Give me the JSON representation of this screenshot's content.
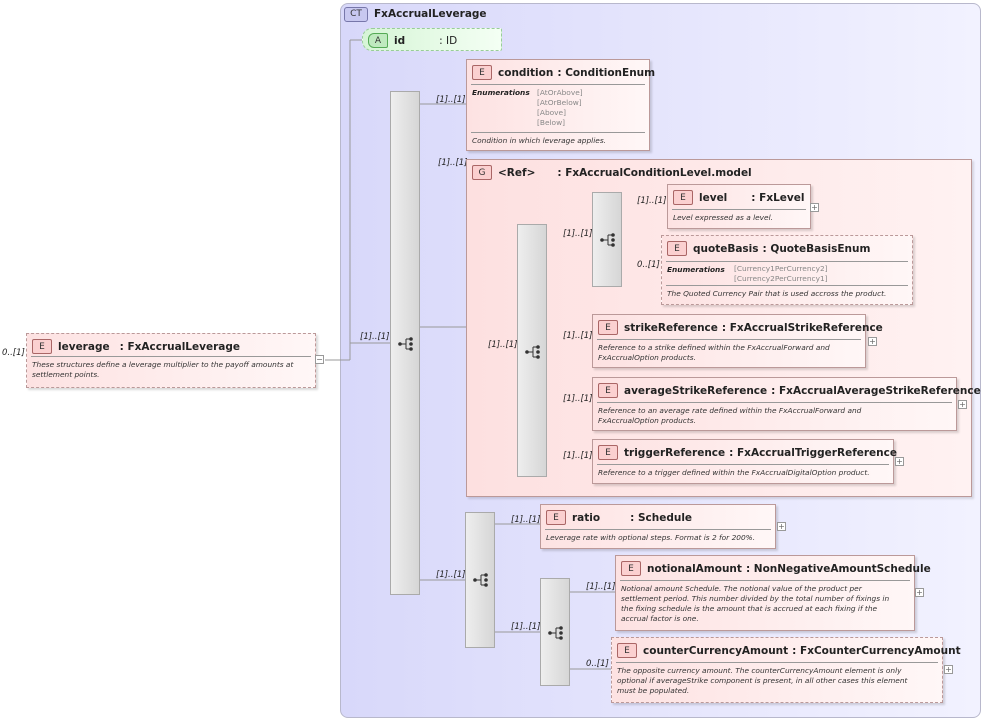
{
  "root": {
    "tag": "E",
    "name": "leverage",
    "type": "FxAccrualLeverage",
    "card": "0..[1]",
    "desc": "These structures define a leverage multiplier to the payoff amounts at settlement points."
  },
  "complex_type": {
    "tag": "CT",
    "name": "FxAccrualLeverage"
  },
  "attribute": {
    "tag": "A",
    "name": "id",
    "type": ": ID"
  },
  "condition": {
    "tag": "E",
    "name": "condition",
    "type": ": ConditionEnum",
    "card": "[1]..[1]",
    "enum_label": "Enumerations",
    "enums": [
      "[AtOrAbove]",
      "[AtOrBelow]",
      "[Above]",
      "[Below]"
    ],
    "desc": "Condition in which leverage applies."
  },
  "group": {
    "tag": "G",
    "ref": "<Ref>",
    "name": ": FxAccrualConditionLevel.model",
    "card": "[1]..[1]"
  },
  "level": {
    "tag": "E",
    "name": "level",
    "type": ": FxLevel",
    "card": "[1]..[1]",
    "desc": "Level expressed as a level."
  },
  "quoteBasis": {
    "tag": "E",
    "name": "quoteBasis",
    "type": ": QuoteBasisEnum",
    "card": "0..[1]",
    "enum_label": "Enumerations",
    "enums": [
      "[Currency1PerCurrency2]",
      "[Currency2PerCurrency1]"
    ],
    "desc": "The Quoted Currency Pair that is used accross the product."
  },
  "strikeReference": {
    "tag": "E",
    "name": "strikeReference",
    "type": ": FxAccrualStrikeReference",
    "card": "[1]..[1]",
    "desc1": "Reference to a strike defined within the FxAccrualForward and",
    "desc2": "FxAccrualOption products."
  },
  "averageStrikeReference": {
    "tag": "E",
    "name": "averageStrikeReference",
    "type": ": FxAccrualAverageStrikeReference",
    "card": "[1]..[1]",
    "desc1": "Reference to an average rate defined within the FxAccrualForward and",
    "desc2": "FxAccrualOption products."
  },
  "triggerReference": {
    "tag": "E",
    "name": "triggerReference",
    "type": ": FxAccrualTriggerReference",
    "card": "[1]..[1]",
    "desc": "Reference to a trigger defined within the FxAccrualDigitalOption product."
  },
  "ratio": {
    "tag": "E",
    "name": "ratio",
    "type": ": Schedule",
    "card": "[1]..[1]",
    "desc": "Leverage rate with optional steps. Format is 2 for 200%."
  },
  "notionalAmount": {
    "tag": "E",
    "name": "notionalAmount",
    "type": ": NonNegativeAmountSchedule",
    "card": "[1]..[1]",
    "desc": [
      "Notional amount Schedule. The notional value of the product per",
      "settlement period. This number divided by the total number of fixings in",
      "the fixing schedule is the amount that is accrued at each fixing if the",
      "accrual factor is one."
    ]
  },
  "counterCurrencyAmount": {
    "tag": "E",
    "name": "counterCurrencyAmount",
    "type": ": FxCounterCurrencyAmount",
    "card": "0..[1]",
    "desc": [
      "The opposite currency amount. The counterCurrencyAmount element is only",
      "optional if averageStrike component is present, in all other cases this element",
      "must be populated."
    ]
  },
  "seq_cards": {
    "main": "[1]..[1]",
    "group_seq": "[1]..[1]",
    "inner_choice": "[1]..[1]",
    "lower_seq": "[1]..[1]",
    "lower_choice": "[1]..[1]"
  },
  "plus_symbol": "+",
  "minus_symbol": "−"
}
